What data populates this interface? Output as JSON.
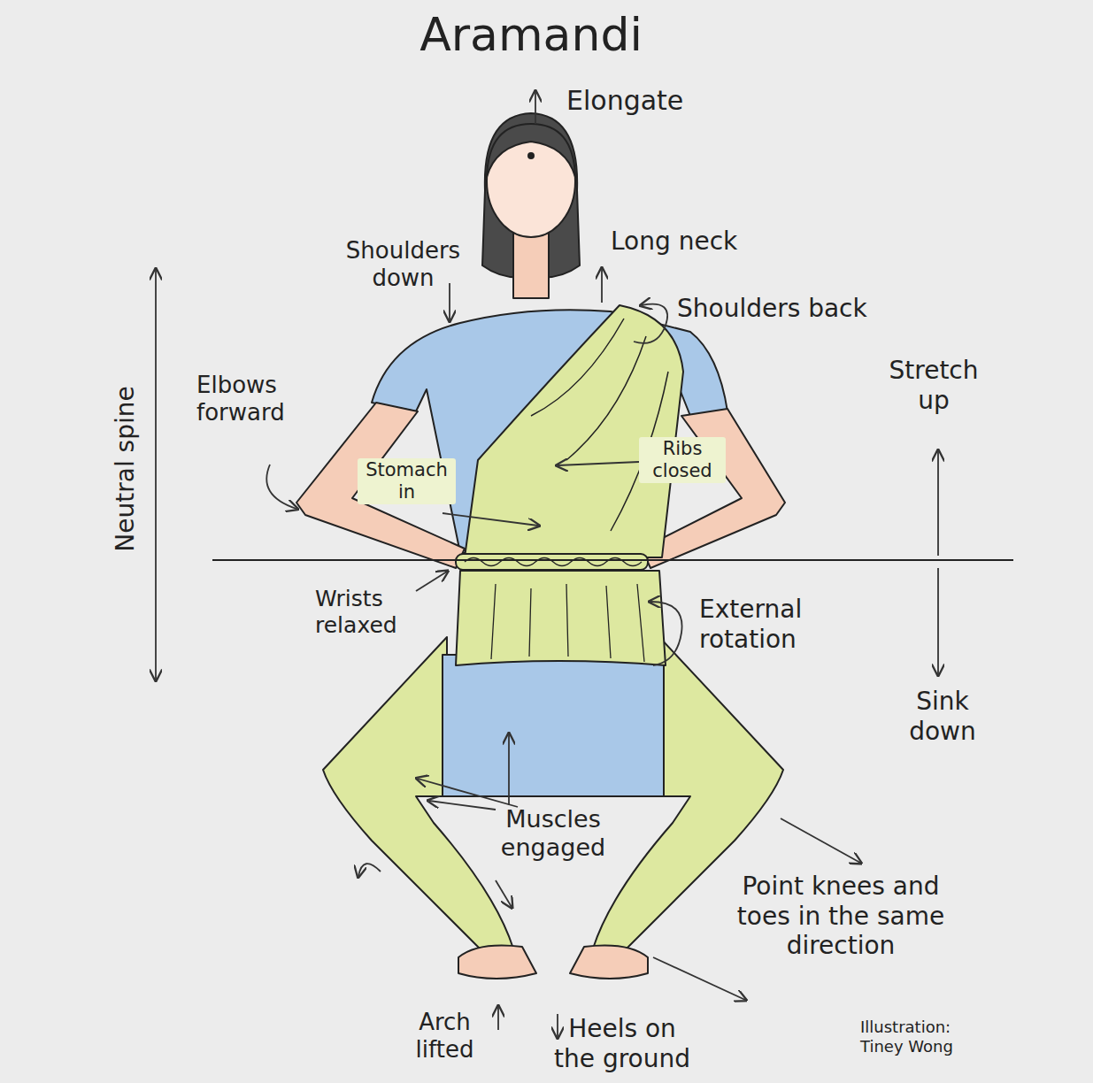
{
  "diagram": {
    "title": "Aramandi",
    "labels": [
      "Elongate",
      "Shoulders down",
      "Long neck",
      "Shoulders back",
      "Neutral spine",
      "Elbows forward",
      "Stretch up",
      "Stomach in",
      "Ribs closed",
      "Wrists relaxed",
      "External rotation",
      "Sink down",
      "Muscles engaged",
      "Point knees and toes in the same direction",
      "Arch lifted",
      "Heels on the ground",
      "Illustration: Tiney Wong"
    ]
  }
}
